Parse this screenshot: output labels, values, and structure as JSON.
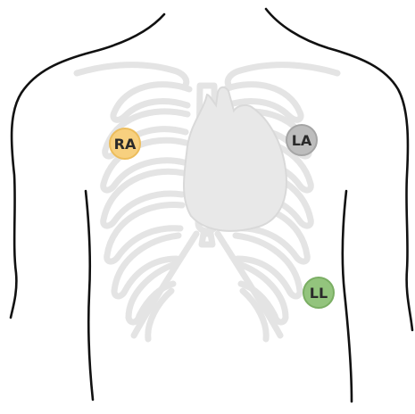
{
  "electrodes": [
    {
      "id": "ra",
      "label": "RA",
      "color": "#f7d07f",
      "border": "#ecbd5c"
    },
    {
      "id": "la",
      "label": "LA",
      "color": "#bdbdbd",
      "border": "#a5a5a5"
    },
    {
      "id": "ll",
      "label": "LL",
      "color": "#93c47d",
      "border": "#7aae63"
    }
  ],
  "colors": {
    "outline": "#111111",
    "ribcage": "#e4e4e4",
    "heart": "#e8e8e8"
  }
}
